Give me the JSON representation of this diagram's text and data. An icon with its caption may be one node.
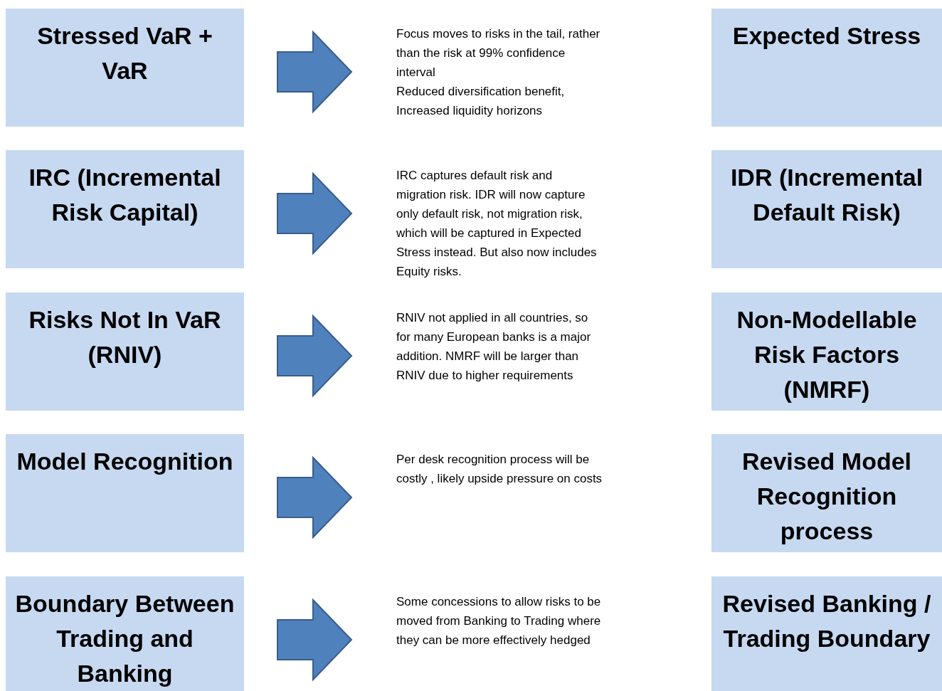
{
  "diagram": {
    "nodes": [
      {
        "text": [
          "Stressed VaR + VaR"
        ]
      },
      {
        "text": [
          "Focus moves to risks in the tail, rather than the risk at 99% confidence interval",
          "Reduced diversification benefit, Increased liquidity horizons"
        ]
      },
      {
        "text": [
          "Expected Stress"
        ]
      },
      {
        "text": [
          "IRC (Incremental Risk Capital)"
        ]
      },
      {
        "text": [
          "IRC captures default risk and migration risk. IDR will now capture only default risk, not migration risk, which will be captured in Expected Stress instead. But also now includes Equity risks."
        ]
      },
      {
        "text": [
          "IDR (Incremental Default Risk)"
        ]
      },
      {
        "text": [
          "Risks Not In VaR (RNIV)"
        ]
      },
      {
        "text": [
          "RNIV not applied in all  countries, so for many European banks is a major addition. NMRF will be larger than RNIV due to higher requirements"
        ]
      },
      {
        "text": [
          "Non-Modellable Risk Factors (NMRF)"
        ]
      },
      {
        "text": [
          "Model Recognition"
        ]
      },
      {
        "text": [
          "Per desk recognition process will be costly , likely upside pressure on costs"
        ]
      },
      {
        "text": [
          "Revised Model Recognition process"
        ]
      },
      {
        "text": [
          "Boundary Between Trading and Banking"
        ]
      },
      {
        "text": [
          "Some concessions to allow risks to be moved from Banking to Trading where they can be more effectively hedged"
        ]
      },
      {
        "text": [
          "Revised Banking / Trading Boundary"
        ]
      }
    ],
    "edges": [
      {
        "from": 0,
        "to": 1,
        "arrow": "to"
      },
      {
        "from": 3,
        "to": 4,
        "arrow": "to"
      },
      {
        "from": 6,
        "to": 7,
        "arrow": "to"
      },
      {
        "from": 9,
        "to": 10,
        "arrow": "to"
      },
      {
        "from": 12,
        "to": 13,
        "arrow": "to"
      }
    ]
  }
}
